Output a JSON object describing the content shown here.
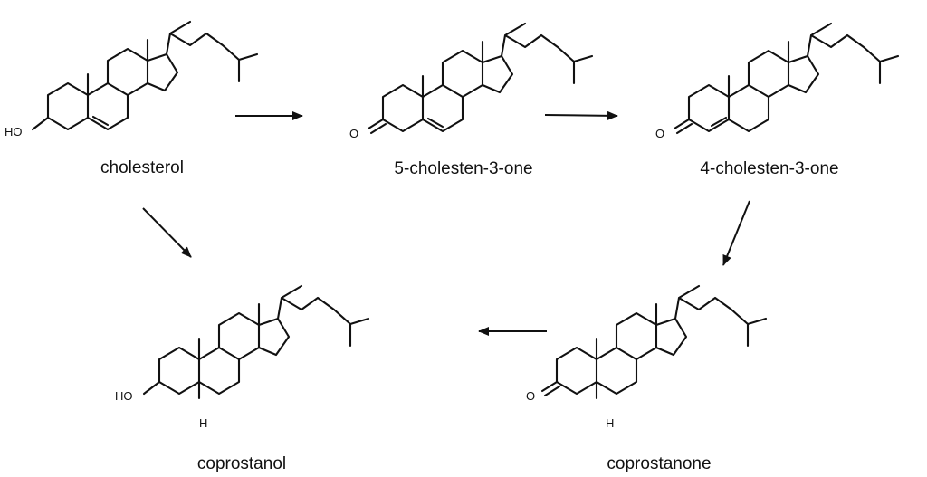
{
  "compounds": [
    {
      "id": "cholesterol",
      "name": "cholesterol",
      "group": "HO",
      "hydrogen": ""
    },
    {
      "id": "cholesten-5-3-one",
      "name": "5-cholesten-3-one",
      "group": "O",
      "hydrogen": ""
    },
    {
      "id": "cholesten-4-3-one",
      "name": "4-cholesten-3-one",
      "group": "O",
      "hydrogen": ""
    },
    {
      "id": "coprostanone",
      "name": "coprostanone",
      "group": "O",
      "hydrogen": "H"
    },
    {
      "id": "coprostanol",
      "name": "coprostanol",
      "group": "HO",
      "hydrogen": "H"
    }
  ]
}
